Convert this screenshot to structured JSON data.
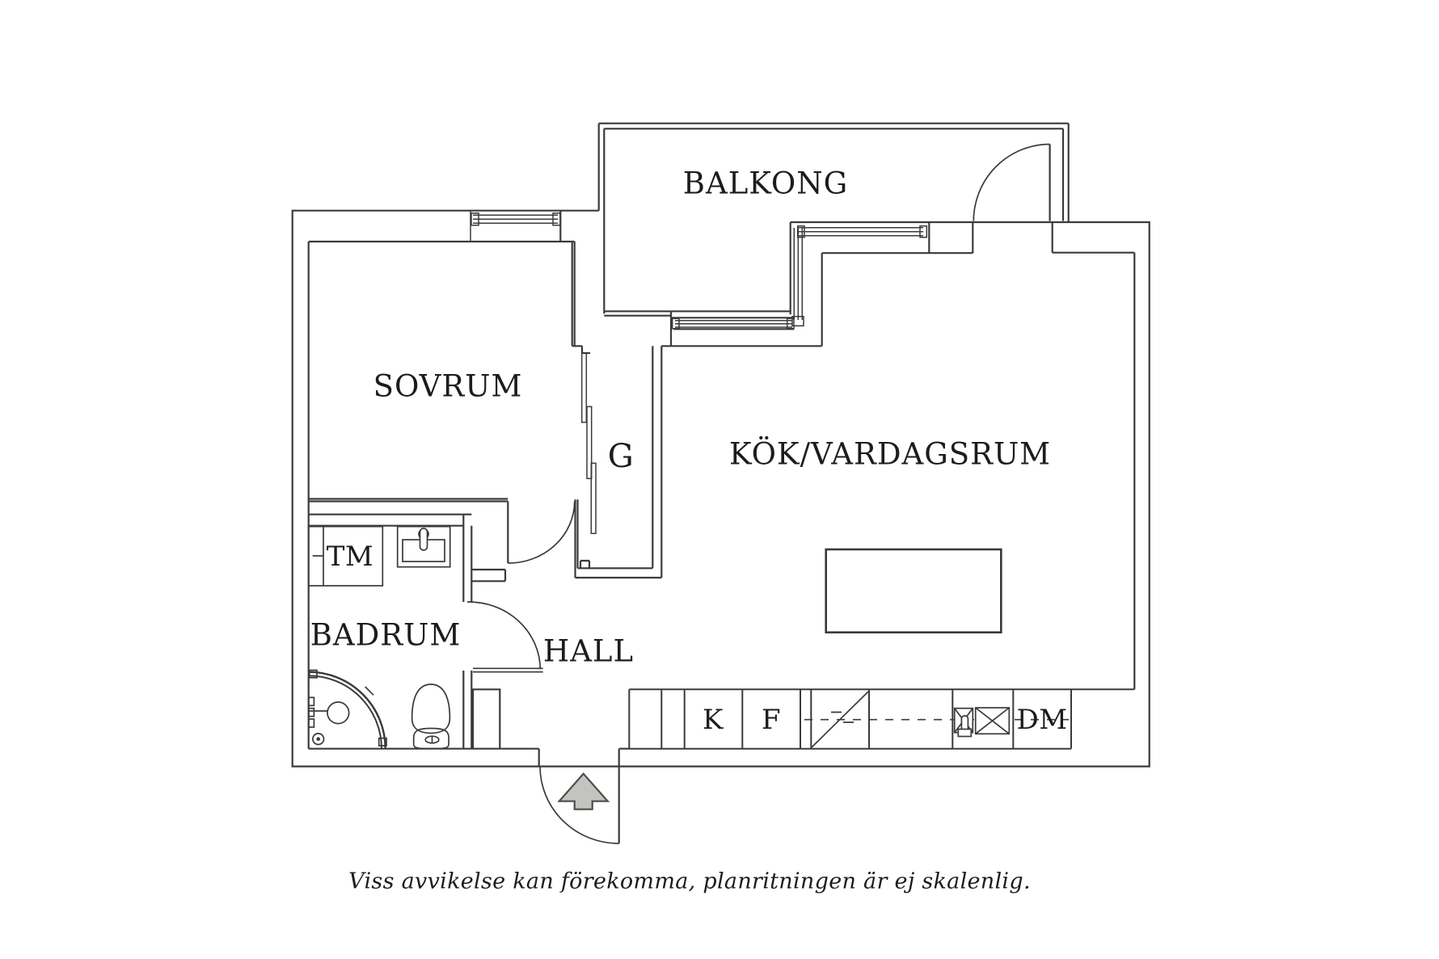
{
  "plan": {
    "rooms": {
      "balkong": "BALKONG",
      "sovrum": "SOVRUM",
      "kok_vardagsrum": "KÖK/VARDAGSRUM",
      "badrum": "BADRUM",
      "hall": "HALL",
      "garderob": "G"
    },
    "appliances": {
      "tvattmaskin": "TM",
      "kyl": "K",
      "frys": "F",
      "diskmaskin": "DM"
    },
    "caption": "Viss avvikelse kan förekomma, planritningen är ej skalenlig.",
    "colors": {
      "line": "#3a3a3a",
      "text": "#1c1c1c",
      "arrow_fill": "#c3c3bf",
      "arrow_stroke": "#4d4d4d"
    }
  }
}
